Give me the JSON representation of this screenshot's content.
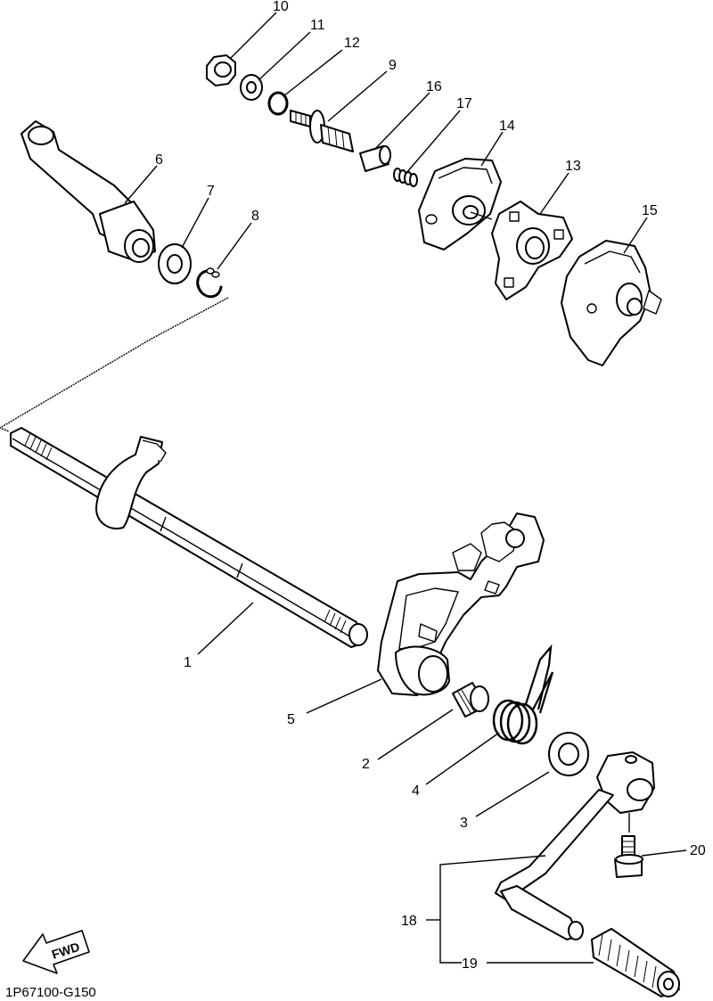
{
  "diagram": {
    "code": "1P67100-G150",
    "direction_label": "FWD",
    "callouts": [
      {
        "id": "1",
        "label": "1"
      },
      {
        "id": "2",
        "label": "2"
      },
      {
        "id": "3",
        "label": "3"
      },
      {
        "id": "4",
        "label": "4"
      },
      {
        "id": "5",
        "label": "5"
      },
      {
        "id": "6",
        "label": "6"
      },
      {
        "id": "7",
        "label": "7"
      },
      {
        "id": "8",
        "label": "8"
      },
      {
        "id": "9",
        "label": "9"
      },
      {
        "id": "10",
        "label": "10"
      },
      {
        "id": "11",
        "label": "11"
      },
      {
        "id": "12",
        "label": "12"
      },
      {
        "id": "13",
        "label": "13"
      },
      {
        "id": "14",
        "label": "14"
      },
      {
        "id": "15",
        "label": "15"
      },
      {
        "id": "16",
        "label": "16"
      },
      {
        "id": "17",
        "label": "17"
      },
      {
        "id": "18",
        "label": "18"
      },
      {
        "id": "19",
        "label": "19"
      },
      {
        "id": "20",
        "label": "20"
      }
    ]
  }
}
